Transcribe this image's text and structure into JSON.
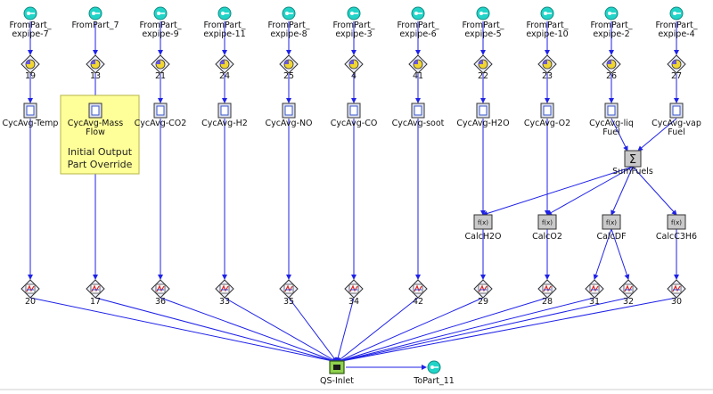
{
  "note": {
    "line1": "Initial Output",
    "line2": "Part Override"
  },
  "columns": [
    {
      "from_line1": "FromPart_",
      "from_line2": "expipe-7",
      "top_num": "19",
      "cyc_line1": "CycAvg-Temp",
      "cyc_line2": "",
      "bottom_num": "20"
    },
    {
      "from_line1": "FromPart_7",
      "from_line2": "",
      "top_num": "13",
      "cyc_line1": "CycAvg-Mass",
      "cyc_line2": "Flow",
      "bottom_num": "17"
    },
    {
      "from_line1": "FromPart_",
      "from_line2": "expipe-9",
      "top_num": "21",
      "cyc_line1": "CycAvg-CO2",
      "cyc_line2": "",
      "bottom_num": "36"
    },
    {
      "from_line1": "FromPart_",
      "from_line2": "expipe-11",
      "top_num": "24",
      "cyc_line1": "CycAvg-H2",
      "cyc_line2": "",
      "bottom_num": "33"
    },
    {
      "from_line1": "FromPart_",
      "from_line2": "expipe-8",
      "top_num": "25",
      "cyc_line1": "CycAvg-NO",
      "cyc_line2": "",
      "bottom_num": "35"
    },
    {
      "from_line1": "FromPart_",
      "from_line2": "expipe-3",
      "top_num": "4",
      "cyc_line1": "CycAvg-CO",
      "cyc_line2": "",
      "bottom_num": "34"
    },
    {
      "from_line1": "FromPart_",
      "from_line2": "expipe-6",
      "top_num": "41",
      "cyc_line1": "CycAvg-soot",
      "cyc_line2": "",
      "bottom_num": "42"
    },
    {
      "from_line1": "FromPart_",
      "from_line2": "expipe-5",
      "top_num": "22",
      "cyc_line1": "CycAvg-H2O",
      "cyc_line2": "",
      "bottom_num": "29"
    },
    {
      "from_line1": "FromPart_",
      "from_line2": "expipe-10",
      "top_num": "23",
      "cyc_line1": "CycAvg-O2",
      "cyc_line2": "",
      "bottom_num": "28"
    },
    {
      "from_line1": "FromPart_",
      "from_line2": "expipe-2",
      "top_num": "26",
      "cyc_line1": "CycAvg-liq",
      "cyc_line2": "Fuel",
      "bottom_num": "31"
    },
    {
      "from_line1": "FromPart_",
      "from_line2": "expipe-4",
      "top_num": "27",
      "cyc_line1": "CycAvg-vap",
      "cyc_line2": "Fuel",
      "bottom_num": "30"
    }
  ],
  "sum_node": {
    "label": "SumFuels",
    "symbol": "Σ"
  },
  "calc_nodes": [
    {
      "label": "CalcH2O",
      "symbol": "f(x)"
    },
    {
      "label": "CalcO2",
      "symbol": "f(x)"
    },
    {
      "label": "CalcDF",
      "symbol": "f(x)"
    },
    {
      "label": "CalcC3H6",
      "symbol": "f(x)"
    }
  ],
  "extra_bottom_num": "32",
  "inlet": {
    "label": "QS-Inlet"
  },
  "to_part": {
    "label": "ToPart_11"
  },
  "colors": {
    "wire": "#1f22e6",
    "note_bg": "#ffff99",
    "connector": "#22d4c8"
  }
}
